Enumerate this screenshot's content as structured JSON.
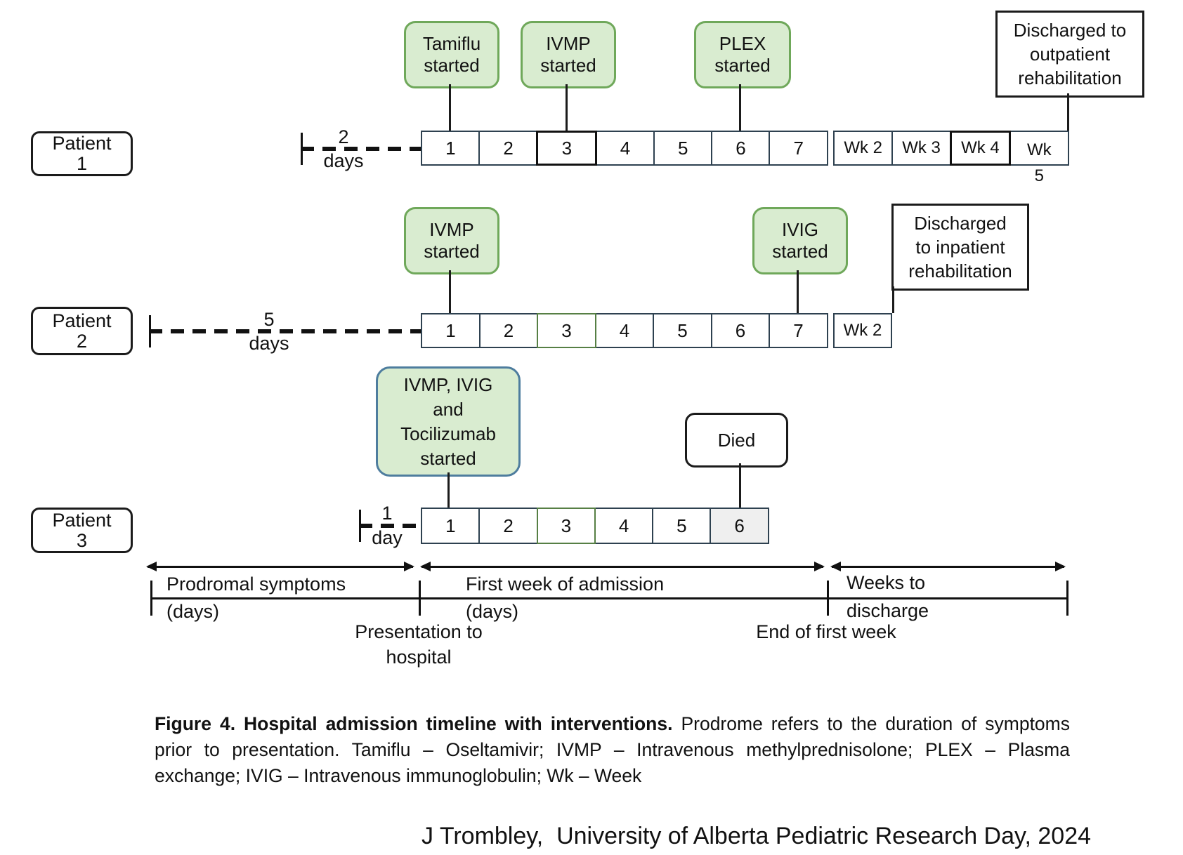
{
  "colors": {
    "event_fill": "#d9ecd0",
    "event_border_green": "#6fa85a",
    "event_border_blue": "#4e7d9e",
    "cell_border": "#2e4150",
    "day3_highlight_border": "#567f44",
    "died_day_fill": "#efefef"
  },
  "patients": [
    {
      "label": "Patient 1",
      "prodrome": {
        "value": "2",
        "unit": "days"
      },
      "days": [
        "1",
        "2",
        "3",
        "4",
        "5",
        "6",
        "7"
      ],
      "weeks": [
        "Wk 2",
        "Wk 3",
        "Wk 4",
        "Wk 5"
      ],
      "events": [
        {
          "label": "Tamiflu started",
          "day": 1
        },
        {
          "label": "IVMP started",
          "day": 3
        },
        {
          "label": "PLEX started",
          "day": 6
        }
      ],
      "outcome": "Discharged to outpatient rehabilitation"
    },
    {
      "label": "Patient 2",
      "prodrome": {
        "value": "5",
        "unit": "days"
      },
      "days": [
        "1",
        "2",
        "3",
        "4",
        "5",
        "6",
        "7"
      ],
      "weeks": [
        "Wk 2"
      ],
      "events": [
        {
          "label": "IVMP started",
          "day": 1
        },
        {
          "label": "IVIG started",
          "day": 7
        }
      ],
      "outcome": "Discharged to inpatient rehabilitation"
    },
    {
      "label": "Patient 3",
      "prodrome": {
        "value": "1",
        "unit": "day"
      },
      "days": [
        "1",
        "2",
        "3",
        "4",
        "5",
        "6"
      ],
      "weeks": [],
      "events": [
        {
          "label": "IVMP, IVIG and Tocilizumab started",
          "day": 1
        },
        {
          "label": "Died",
          "day": 6
        }
      ],
      "outcome": "Died"
    }
  ],
  "axis": {
    "sections": [
      {
        "top": "Prodromal symptoms",
        "bottom": "(days)"
      },
      {
        "top": "First week of admission",
        "bottom": "(days)"
      },
      {
        "top": "Weeks to",
        "bottom": "discharge"
      }
    ],
    "milestones": [
      {
        "label": "Presentation to hospital"
      },
      {
        "label": "End of first week"
      }
    ]
  },
  "caption": {
    "bold": "Figure 4. Hospital admission timeline with interventions.",
    "text": " Prodrome refers to the duration of symptoms prior to presentation. Tamiflu – Oseltamivir; IVMP – Intravenous methylprednisolone; PLEX – Plasma exchange; IVIG – Intravenous immunoglobulin; Wk – Week"
  },
  "credit": "J Trombley,  University of Alberta Pediatric Research Day, 2024"
}
